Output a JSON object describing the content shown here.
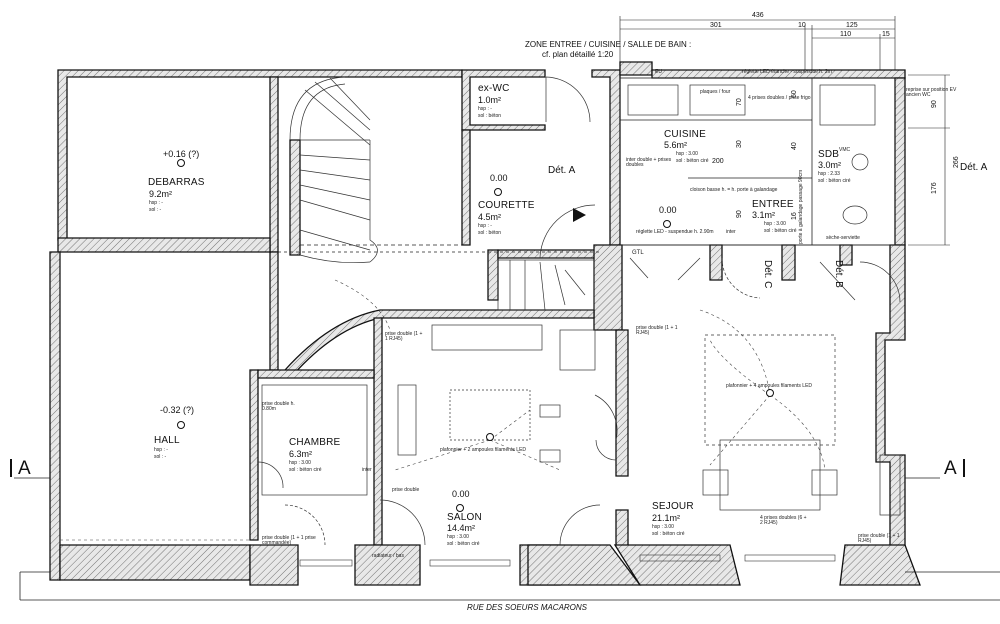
{
  "header": {
    "zone_title": "ZONE ENTREE / CUISINE / SALLE DE BAIN :",
    "zone_subtitle": "cf. plan détaillé 1:20"
  },
  "dimensions": {
    "total": "436",
    "d301": "301",
    "d10": "10",
    "d125": "125",
    "d110": "110",
    "d15": "15",
    "v90": "90",
    "v266": "266",
    "v176": "176",
    "c70": "70",
    "c30": "30",
    "c200": "200",
    "c90": "90",
    "c60": "60",
    "c40": "40",
    "c16": "16"
  },
  "rooms": {
    "debarras": {
      "level": "+0.16 (?)",
      "name": "DEBARRAS",
      "area": "9.2m²",
      "hsp": "hsp : -",
      "sol": "sol : -"
    },
    "hall": {
      "level": "-0.32 (?)",
      "name": "HALL",
      "hsp": "hsp : -",
      "sol": "sol : -"
    },
    "exwc": {
      "name": "ex-WC",
      "area": "1.0m²",
      "hsp": "hsp : -",
      "sol": "sol : béton"
    },
    "courette": {
      "level": "0.00",
      "name": "COURETTE",
      "area": "4.5m²",
      "hsp": "hsp : -",
      "sol": "sol : béton"
    },
    "cuisine": {
      "name": "CUISINE",
      "area": "5.6m²",
      "hsp": "hsp : 3.00",
      "sol": "sol : béton ciré"
    },
    "entree": {
      "level": "0.00",
      "name": "ENTREE",
      "area": "3.1m²",
      "hsp": "hsp : 3.00",
      "sol": "sol : béton ciré"
    },
    "sdb": {
      "name": "SDB",
      "area": "3.0m²",
      "hsp": "hsp : 2.33",
      "sol": "sol : béton ciré"
    },
    "chambre": {
      "name": "CHAMBRE",
      "area": "6.3m²",
      "hsp": "hsp : 3.00",
      "sol": "sol : béton ciré"
    },
    "salon": {
      "level": "0.00",
      "name": "SALON",
      "area": "14.4m²",
      "hsp": "hsp : 3.00",
      "sol": "sol : béton ciré"
    },
    "sejour": {
      "name": "SEJOUR",
      "area": "21.1m²",
      "hsp": "hsp : 3.00",
      "sol": "sol : béton ciré"
    }
  },
  "sections": {
    "a_left": "A",
    "a_right": "A",
    "det_a": "Dét. A",
    "det_a_right": "Dét. A",
    "det_b": "Dét. B",
    "det_c": "Dét. C"
  },
  "annotations": {
    "eu": "EU",
    "reglette_top": "réglette LED étanche - suspendue h. 2m",
    "plaques": "plaques / four",
    "prises_frigo": "4 prises doubles / prise frigo",
    "vmc": "VMC",
    "reprise": "reprise sur position EV ancien WC",
    "inter_double": "inter double + prises doubles",
    "cloison": "cloison basse h. = h. porte à galandage",
    "reglette_led": "réglette LED - suspendue h. 2.90m",
    "inter": "inter",
    "gtl": "GTL",
    "porte_galandage": "porte à galandage passage 90cm",
    "seche": "sèche-serviette",
    "prise_double_salon": "prise double (1 + 1 RJ45)",
    "prise_double_sejour": "prise double (1 + 1 RJ45)",
    "plafonnier_sejour": "plafonnier + 4 ampoules filaments LED",
    "prise_double_chambre": "prise double h. 0.80m",
    "plafonnier_salon": "plafonnier + 2 ampoules filaments LED",
    "prise_double_a": "prise double",
    "prise_double_b": "prise double (1 + 1 prise commandée)",
    "quatre_prises": "4 prises doubles (6 + 2 RJ45)",
    "prise_double_c": "prise double (1 + 1 RJ45)",
    "radiateur": "radiateur / bas",
    "street": "RUE DES SOEURS MACARONS"
  }
}
